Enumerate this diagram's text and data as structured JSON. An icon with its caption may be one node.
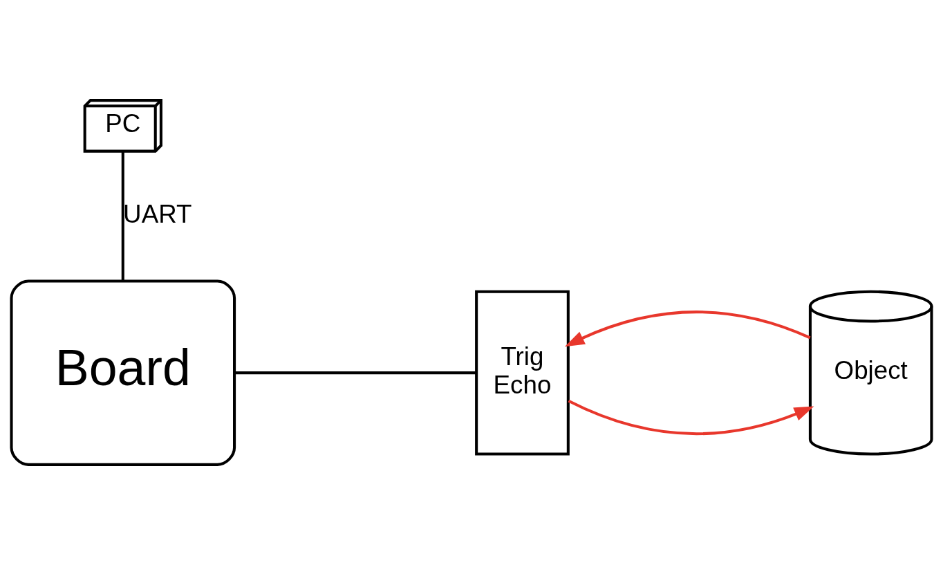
{
  "diagram": {
    "nodes": [
      {
        "text": [
          "PC"
        ]
      },
      {
        "text": [
          "Board"
        ]
      },
      {
        "text": [
          "Trig",
          "Echo"
        ]
      },
      {
        "text": [
          "Object"
        ]
      }
    ],
    "edges": [
      {
        "from": 0,
        "to": 1,
        "arrow": "none",
        "label": "UART"
      },
      {
        "from": 1,
        "to": 2,
        "arrow": "none"
      },
      {
        "from": 2,
        "to": 3,
        "arrow": "to",
        "color": "#e8372c"
      },
      {
        "from": 3,
        "to": 2,
        "arrow": "to",
        "color": "#e8372c"
      }
    ]
  }
}
